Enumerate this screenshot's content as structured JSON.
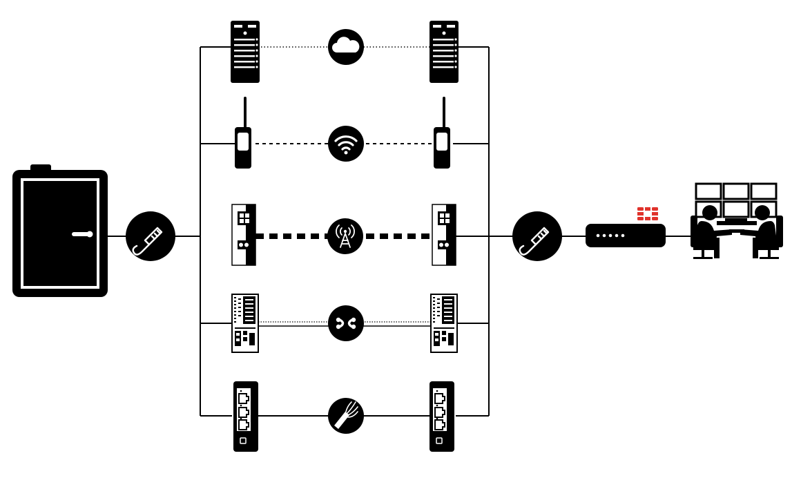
{
  "colors": {
    "ink": "#000000",
    "paper": "#ffffff",
    "accent": "#e0332c"
  },
  "nodes": [
    {
      "name": "door-panel-icon",
      "kind": "enclosure"
    },
    {
      "name": "ethernet-cable-icon",
      "kind": "ethernet"
    },
    {
      "name": "server-rack-icon",
      "kind": "server"
    },
    {
      "name": "radio-transmitter-icon",
      "kind": "radio"
    },
    {
      "name": "wall-io-module-icon",
      "kind": "io-module"
    },
    {
      "name": "din-switch-icon",
      "kind": "industrial-switch"
    },
    {
      "name": "ethernet-switch-icon",
      "kind": "ethernet-switch"
    },
    {
      "name": "cloud-icon",
      "kind": "cloud"
    },
    {
      "name": "wifi-icon",
      "kind": "wifi"
    },
    {
      "name": "cell-tower-icon",
      "kind": "cellular"
    },
    {
      "name": "fiber-link-icon",
      "kind": "fiber"
    },
    {
      "name": "copper-cable-icon",
      "kind": "copper"
    },
    {
      "name": "firewall-router-icon",
      "kind": "firewall"
    },
    {
      "name": "firewall-logo-icon",
      "kind": "brand-logo"
    },
    {
      "name": "control-room-icon",
      "kind": "operators"
    }
  ],
  "links": [
    {
      "name": "cloud-link",
      "style": "dotted"
    },
    {
      "name": "wifi-link",
      "style": "dashed"
    },
    {
      "name": "cellular-link",
      "style": "heavy-dashed"
    },
    {
      "name": "fiber-link",
      "style": "double-line"
    },
    {
      "name": "copper-link",
      "style": "solid"
    }
  ]
}
